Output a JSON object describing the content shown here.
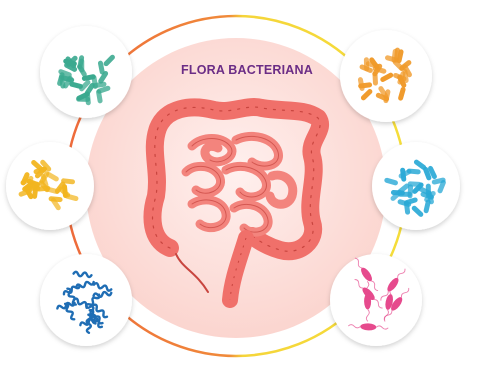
{
  "title": "FLORA BACTERIANA",
  "colors": {
    "outer_ring_left": "#ee6a3b",
    "outer_ring_right": "#f5dd3a",
    "inner_circle": "#fde2de",
    "intestine": "#f0706a",
    "intestine_dark": "#c8453f",
    "title": "#6b2d86"
  },
  "bacteria": [
    {
      "name": "green-rods",
      "color": "#3aa98f",
      "shape": "rod"
    },
    {
      "name": "yellow-rods",
      "color": "#f2b51f",
      "shape": "rod"
    },
    {
      "name": "blue-spirals",
      "color": "#1f6db4",
      "shape": "spiral"
    },
    {
      "name": "orange-rods",
      "color": "#f09a2a",
      "shape": "rod"
    },
    {
      "name": "cyan-rods",
      "color": "#2aa9d6",
      "shape": "rod"
    },
    {
      "name": "pink-flagellates",
      "color": "#e64a8d",
      "shape": "flagellate"
    }
  ]
}
